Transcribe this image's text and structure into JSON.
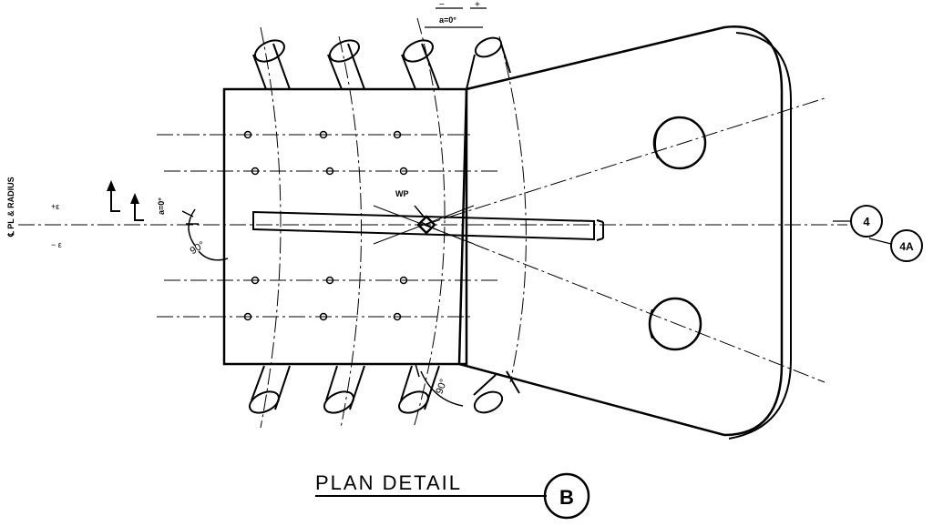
{
  "drawing": {
    "title": "PLAN DETAIL",
    "detail_marker": "B",
    "section_markers": [
      "4",
      "4A"
    ],
    "labels": {
      "wp": "WP",
      "angle_90_left": "90°",
      "angle_90_bottom": "90°",
      "alpha_top": "a=0°",
      "alpha_left": "a=0°",
      "centerline_note": "℄ PL & RADIUS",
      "tol_top_minus": "−",
      "tol_top_plus": "+",
      "tol_left_plus": "+ε",
      "tol_left_minus": "− ε"
    }
  }
}
